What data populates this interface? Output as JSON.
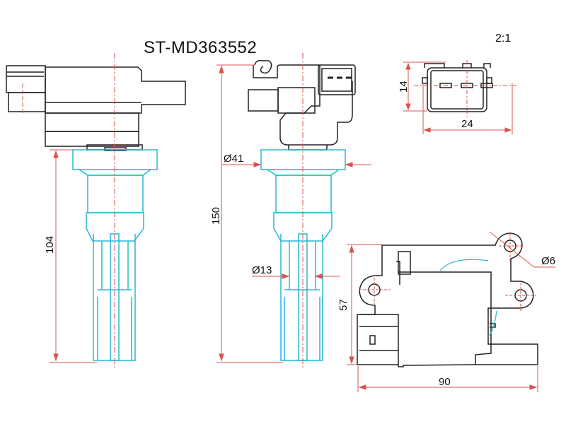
{
  "header": {
    "part_number": "ST-MD363552",
    "scale": "2:1"
  },
  "dimensions": {
    "boot_length": "104",
    "overall_length": "150",
    "head_diameter": "Ø41",
    "tip_diameter": "Ø13",
    "connector_height": "14",
    "connector_width": "24",
    "body_height": "57",
    "body_width": "90",
    "mount_hole": "Ø6"
  },
  "colors": {
    "outline": "#222222",
    "boot": "#29b6d6",
    "dimension": "#d9534f"
  }
}
